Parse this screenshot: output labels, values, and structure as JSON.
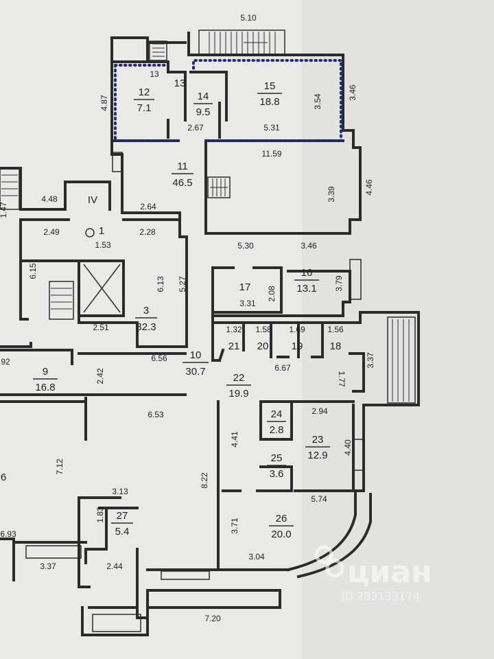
{
  "rooms": [
    {
      "id": "r12",
      "num": "12",
      "area": "7.1"
    },
    {
      "id": "r13",
      "num": "13",
      "area": ""
    },
    {
      "id": "r14",
      "num": "14",
      "area": "9.5"
    },
    {
      "id": "r15",
      "num": "15",
      "area": "18.8"
    },
    {
      "id": "r11",
      "num": "11",
      "area": "46.5"
    },
    {
      "id": "rIV",
      "num": "IV",
      "area": ""
    },
    {
      "id": "r1",
      "num": "1",
      "area": ""
    },
    {
      "id": "r3",
      "num": "3",
      "area": "32.3"
    },
    {
      "id": "r17",
      "num": "17",
      "area": ""
    },
    {
      "id": "r16",
      "num": "16",
      "area": "13.1"
    },
    {
      "id": "r21",
      "num": "21",
      "area": ""
    },
    {
      "id": "r20",
      "num": "20",
      "area": ""
    },
    {
      "id": "r19",
      "num": "19",
      "area": ""
    },
    {
      "id": "r18",
      "num": "18",
      "area": ""
    },
    {
      "id": "r10",
      "num": "10",
      "area": "30.7"
    },
    {
      "id": "r9",
      "num": "9",
      "area": "16.8"
    },
    {
      "id": "r22",
      "num": "22",
      "area": "19.9"
    },
    {
      "id": "r24",
      "num": "24",
      "area": "2.8"
    },
    {
      "id": "r23",
      "num": "23",
      "area": "12.9"
    },
    {
      "id": "r25",
      "num": "25",
      "area": "3.6"
    },
    {
      "id": "r26",
      "num": "26",
      "area": "20.0"
    },
    {
      "id": "r27",
      "num": "27",
      "area": "5.4"
    },
    {
      "id": "r6",
      "num": "6",
      "area": ""
    }
  ],
  "dimensions": [
    "5.10",
    "4.87",
    "13",
    "3.54",
    "3.46",
    "2.67",
    "5.31",
    "11.59",
    "4.48",
    "2.64",
    "1.47",
    "2.49",
    "1.53",
    "2.28",
    "6.15",
    "6.13",
    "5.27",
    "3.39",
    "4.46",
    "5.30",
    "3.46",
    "3.79",
    "2.08",
    "3.31",
    "2.51",
    "1.32",
    "1.58",
    "1.69",
    "1.56",
    "6.67",
    "92",
    "6.56",
    "2.42",
    "3.37",
    "1.77",
    "6.53",
    "2.94",
    "4.41",
    "4.40",
    "7.12",
    "8.22",
    "5.74",
    "3.13",
    "1.83",
    "3.71",
    "6.93",
    "3.37",
    "2.44",
    "3.04",
    "7.20"
  ],
  "watermark": {
    "brand": "циан",
    "id": "ID 283133174"
  },
  "colors": {
    "paper": "#e9e9e6",
    "ink": "#2b2b2b",
    "boundary": "#232a78"
  }
}
